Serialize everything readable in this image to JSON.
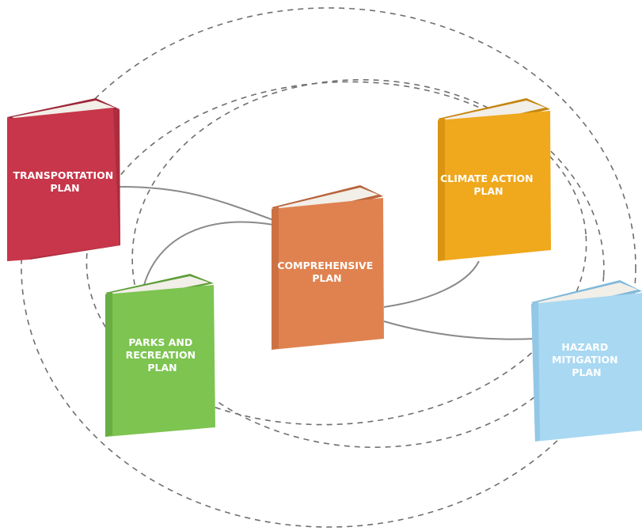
{
  "diagram": {
    "books": [
      {
        "id": "transportation",
        "lines": [
          "TRANSPORTATION",
          "PLAN"
        ],
        "color": "#c7364a"
      },
      {
        "id": "parks",
        "lines": [
          "PARKS AND",
          "RECREATION",
          "PLAN"
        ],
        "color": "#7dc451"
      },
      {
        "id": "comprehensive",
        "lines": [
          "COMPREHENSIVE",
          "PLAN"
        ],
        "color": "#e0824f"
      },
      {
        "id": "climate",
        "lines": [
          "CLIMATE ACTION",
          "PLAN"
        ],
        "color": "#f0a81c"
      },
      {
        "id": "hazard",
        "lines": [
          "HAZARD",
          "MITIGATION",
          "PLAN"
        ],
        "color": "#a9d8f2"
      }
    ],
    "connector_color": "#8a8a8a",
    "orbit_color": "#6f6f6f"
  }
}
